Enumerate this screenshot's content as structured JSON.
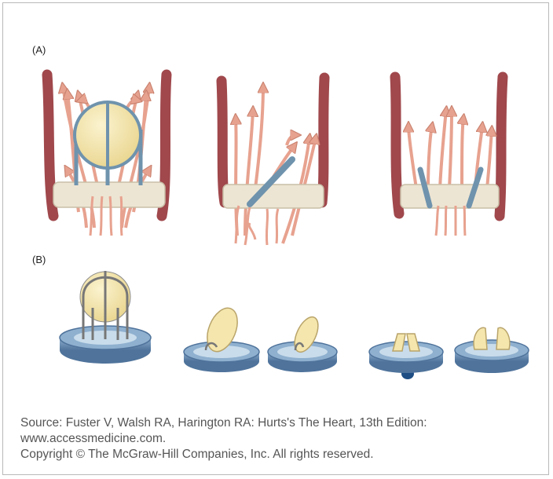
{
  "figure": {
    "panel_a_label": "(A)",
    "panel_b_label": "(B)"
  },
  "caption": {
    "source_line": "Source: Fuster V, Walsh RA, Harington RA: Hurts's The Heart, 13th Edition:",
    "url_line": "www.accessmedicine.com.",
    "copyright_line": "Copyright © The McGraw-Hill Companies, Inc. All rights reserved."
  },
  "colors": {
    "vessel_wall": "#a0484c",
    "flow_arrow": "#e7a28f",
    "ring": "#ede5d3",
    "ball": "#f4e6ad",
    "cage": "#6f93ad",
    "valve_base": "#6c8fb4"
  }
}
